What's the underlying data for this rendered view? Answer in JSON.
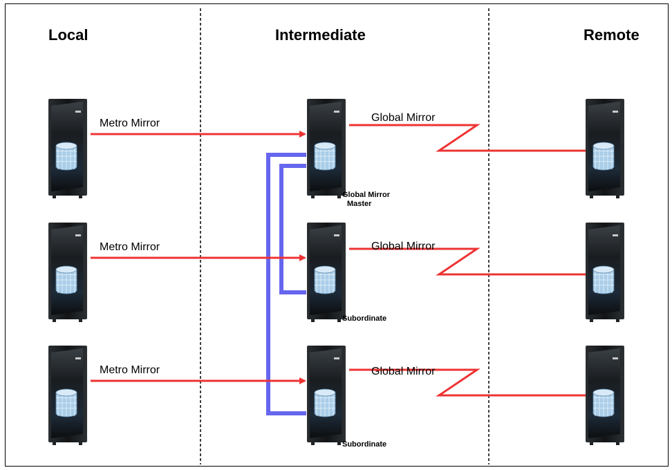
{
  "columns": {
    "local": "Local",
    "intermediate": "Intermediate",
    "remote": "Remote"
  },
  "rows": [
    {
      "sync_label": "Metro Mirror",
      "async_label": "Global Mirror",
      "role_line1": "Global Mirror",
      "role_line2": "Master"
    },
    {
      "sync_label": "Metro Mirror",
      "async_label": "Global Mirror",
      "role_line1": "Subordinate",
      "role_line2": ""
    },
    {
      "sync_label": "Metro Mirror",
      "async_label": "Global Mirror",
      "role_line1": "Subordinate",
      "role_line2": ""
    }
  ],
  "colors": {
    "replication_arrow": "#ee3333",
    "control_path": "#6666ee",
    "storage_body": "#1f2326",
    "disk": "#a9cde8"
  },
  "icons": {
    "storage_system": "storage-system-icon",
    "disk": "disk-cylinder-icon"
  }
}
